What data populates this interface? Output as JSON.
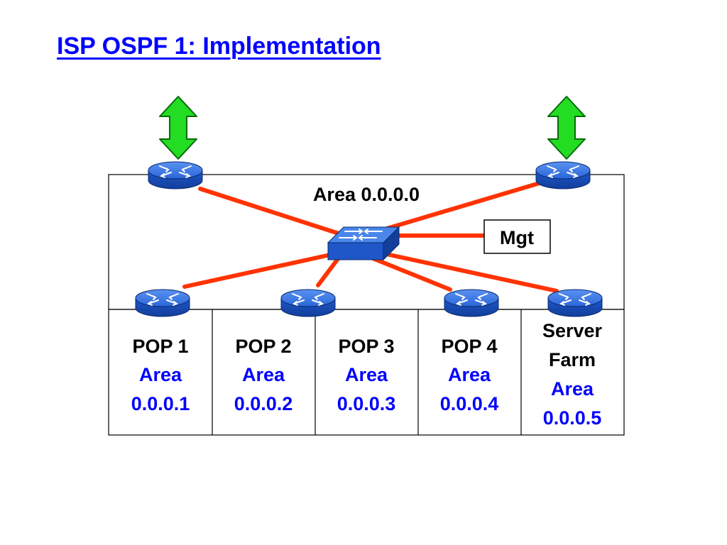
{
  "title": "ISP OSPF 1: Implementation",
  "backbone": {
    "label": "Area 0.0.0.0"
  },
  "mgt": {
    "label": "Mgt"
  },
  "areas": [
    {
      "name": "POP 1",
      "area_word": "Area",
      "area_id": "0.0.0.1"
    },
    {
      "name": "POP 2",
      "area_word": "Area",
      "area_id": "0.0.0.2"
    },
    {
      "name": "POP 3",
      "area_word": "Area",
      "area_id": "0.0.0.3"
    },
    {
      "name": "POP 4",
      "area_word": "Area",
      "area_id": "0.0.0.4"
    },
    {
      "name_line1": "Server",
      "name_line2": "Farm",
      "area_word": "Area",
      "area_id": "0.0.0.5"
    }
  ],
  "icons": {
    "router": "router-icon",
    "switch": "switch-icon",
    "uplink": "double-arrow-icon"
  },
  "colors": {
    "title": "#0000ff",
    "area_text": "#0000ff",
    "link": "#ff3300",
    "device": "#1f5fd0",
    "uplink_arrow": "#22dd22"
  }
}
